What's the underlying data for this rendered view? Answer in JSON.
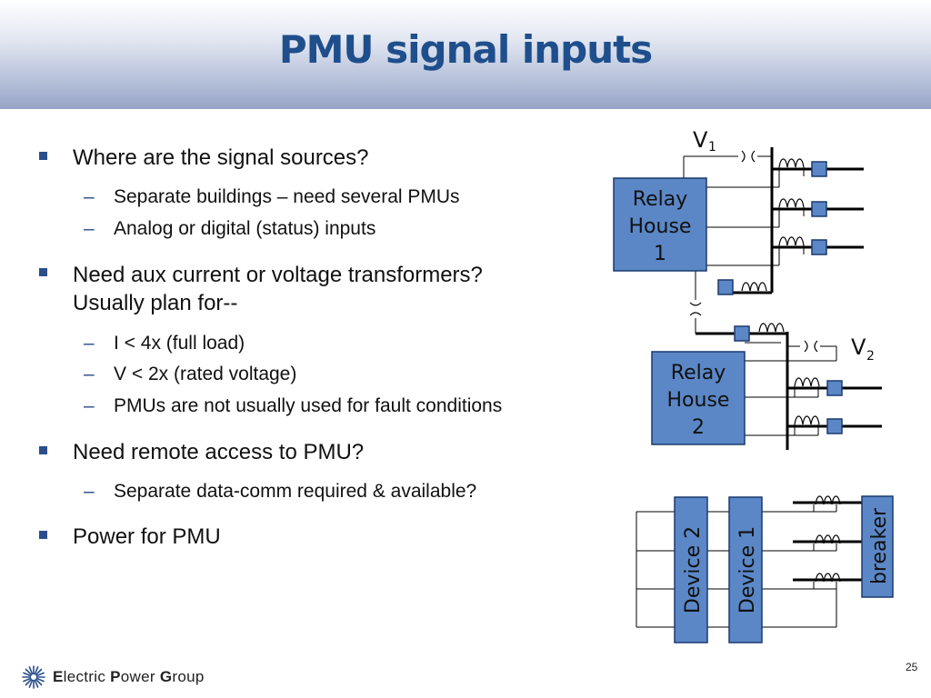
{
  "slide": {
    "title": "PMU signal inputs",
    "page_number": "25"
  },
  "bullets": {
    "b1": "Where are the signal sources?",
    "b1_sub1": "Separate buildings – need several PMUs",
    "b1_sub2": "Analog or digital (status) inputs",
    "b2_line1": "Need aux current or voltage transformers?",
    "b2_line2": "Usually plan for--",
    "b2_sub1": "I < 4x (full load)",
    "b2_sub2": "V < 2x (rated voltage)",
    "b2_sub3": "PMUs are not usually used for fault conditions",
    "b3": "Need remote access to PMU?",
    "b3_sub1": "Separate data-comm required & available?",
    "b4": "Power for PMU",
    "dash": "–"
  },
  "diagram": {
    "v1_label": "V",
    "v1_sub": "1",
    "v2_label": "V",
    "v2_sub": "2",
    "relay_house_1": [
      "Relay",
      "House",
      "1"
    ],
    "relay_house_2": [
      "Relay",
      "House",
      "2"
    ],
    "device_2": "Device 2",
    "device_1": "Device 1",
    "breaker": "breaker"
  },
  "footer": {
    "logo_text_parts": [
      "E",
      "lectric ",
      "P",
      "ower ",
      "G",
      "roup"
    ]
  },
  "colors": {
    "title": "#1f4e8c",
    "box_fill": "#5b87c6",
    "box_border": "#1a3a6e",
    "bullet": "#2b4f8a"
  }
}
